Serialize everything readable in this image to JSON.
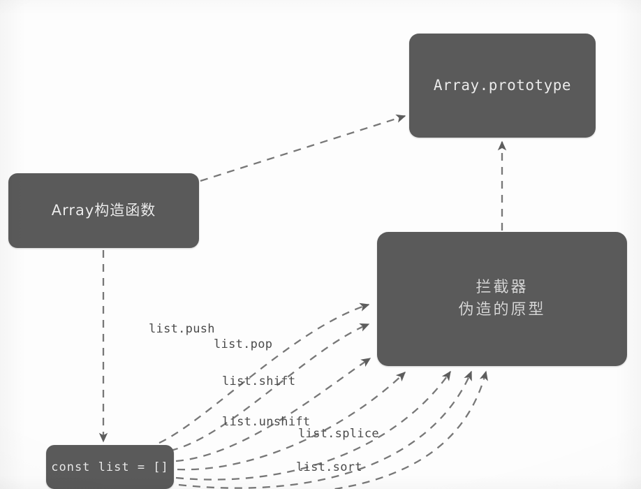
{
  "diagram": {
    "title": "Array prototype interception diagram",
    "background_color": "#fdfdfd",
    "node_fill_color": "#5a5a5a",
    "node_text_color": "#ececec",
    "edge_color": "#6e6e6e",
    "label_text_color": "#4a4a4a",
    "nodes": {
      "array_prototype": {
        "label": "Array.prototype"
      },
      "array_constructor": {
        "label": "Array构造函数"
      },
      "interceptor": {
        "line1": "拦截器",
        "line2": "伪造的原型"
      },
      "const_list": {
        "label": "const list = []"
      }
    },
    "edge_labels": {
      "push": "list.push",
      "pop": "list.pop",
      "shift": "list.shift",
      "unshift": "list.unshift",
      "splice": "list.splice",
      "sort": "list.sort"
    }
  }
}
